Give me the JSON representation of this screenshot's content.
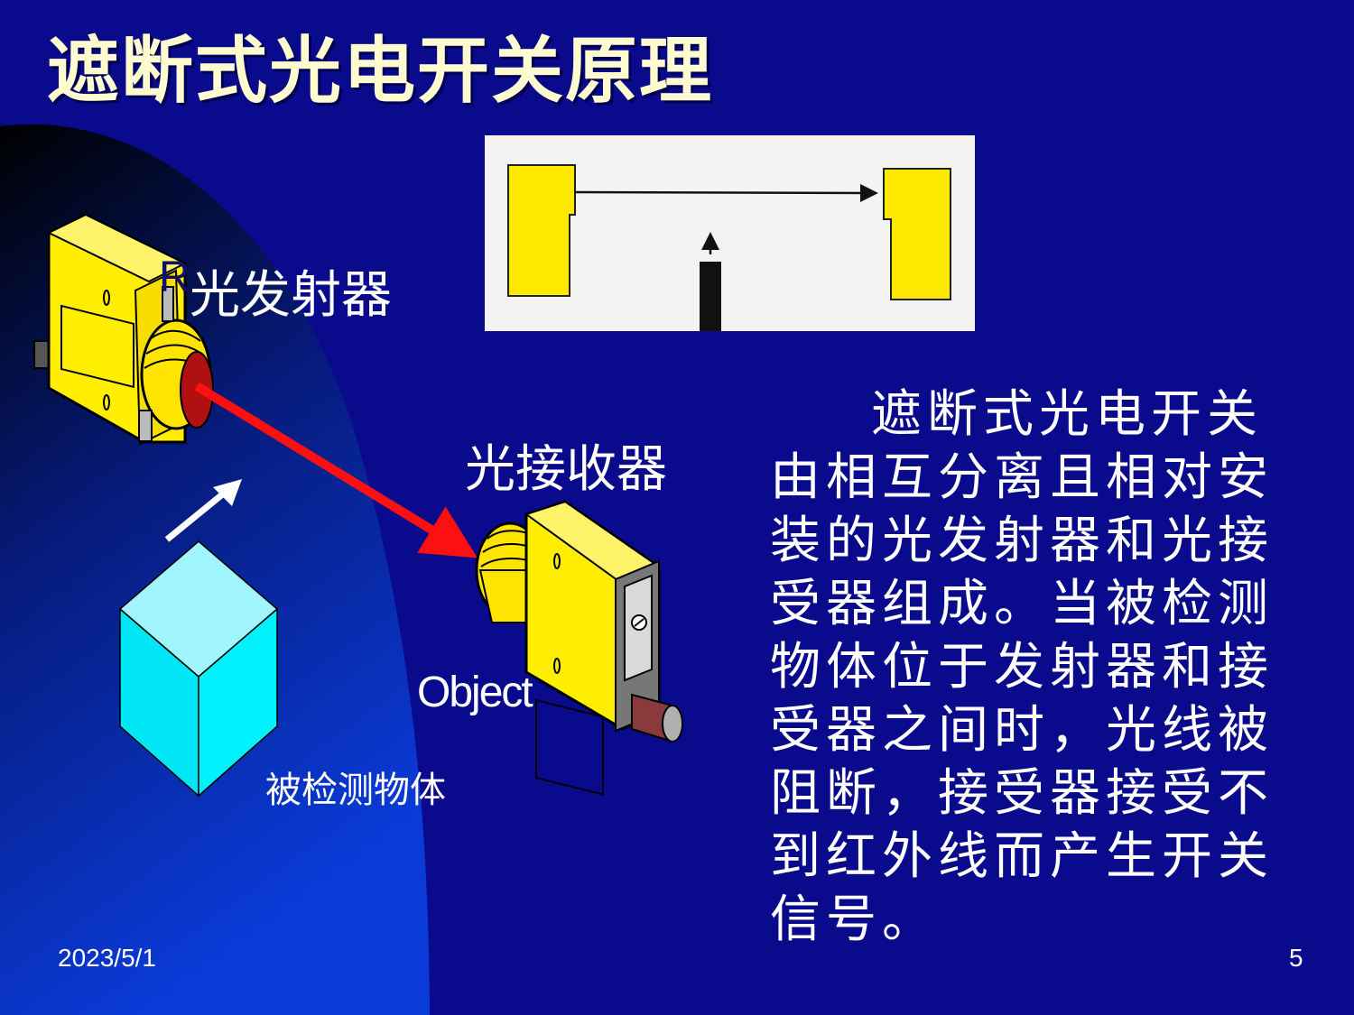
{
  "slide": {
    "title": "遮断式光电开关原理",
    "labels": {
      "emitter": "光发射器",
      "receiver": "光接收器",
      "object_en": "Object",
      "object_zh": "被检测物体",
      "overlap_text": "R"
    },
    "description": "遮断式光电开关由相互分离且相对安装的光发射器和光接受器组成。当被检测物体位于发射器和接受器之间时，光线被阻断，接受器接受不到红外线而产生开关信号。",
    "footer": {
      "date": "2023/5/1",
      "page": "5"
    }
  },
  "colors": {
    "background": "#0a0a8c",
    "title": "#fffbd0",
    "text": "#ffffff",
    "sensor_yellow": "#ffee00",
    "beam_red": "#ff1010",
    "cube_cyan": "#00e6f5",
    "panel_bg": "#f3f4f2"
  }
}
